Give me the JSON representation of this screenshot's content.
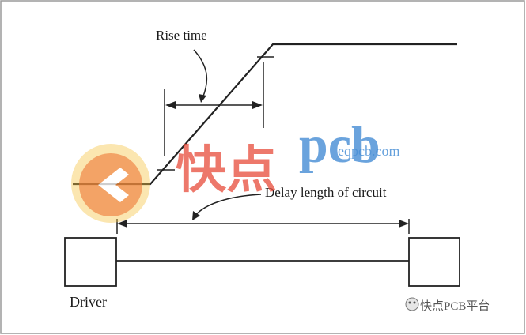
{
  "labels": {
    "rise_time": "Rise time",
    "delay_length": "Delay length of circuit",
    "driver": "Driver"
  },
  "watermark": {
    "chinese": "快点",
    "brand": "pcb",
    "url": "eqpcb.com"
  },
  "footer_badge": {
    "text": "快点PCB平台"
  },
  "colors": {
    "line": "#222222",
    "watermark_orange": "#f08a3c",
    "watermark_blue": "#4a90d6",
    "watermark_red": "#e84b3a",
    "watermark_yellow": "#f6c445"
  }
}
